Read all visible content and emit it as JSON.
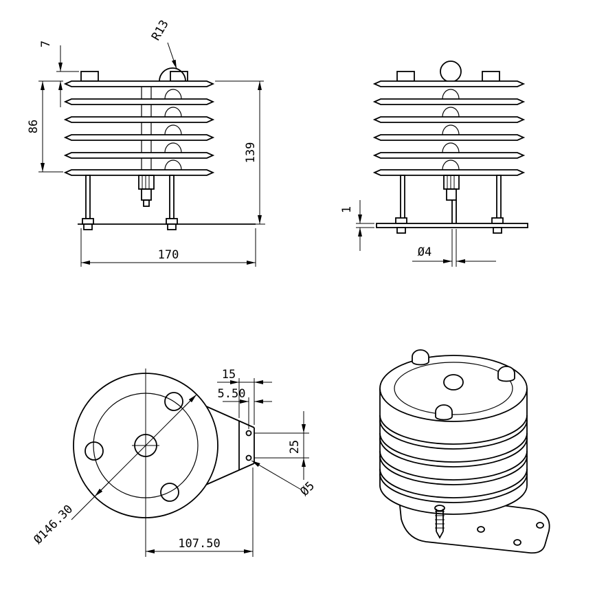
{
  "page": {
    "background": "#ffffff",
    "line_color": "#000000"
  },
  "views": {
    "front": {
      "dims": {
        "cap_height": "7",
        "stack_height": "86",
        "overall_height": "139",
        "base_width": "170",
        "dome_radius": "R13"
      }
    },
    "side": {
      "dims": {
        "plate_thickness": "1",
        "rod_diameter": "Ø4"
      }
    },
    "bottom": {
      "dims": {
        "edge_offset": "15",
        "hole_edge_offset": "5.50",
        "hole_spacing": "25",
        "hole_diameter": "Ø5",
        "outer_diameter": "Ø146.30",
        "bracket_extent": "107.50"
      }
    }
  }
}
